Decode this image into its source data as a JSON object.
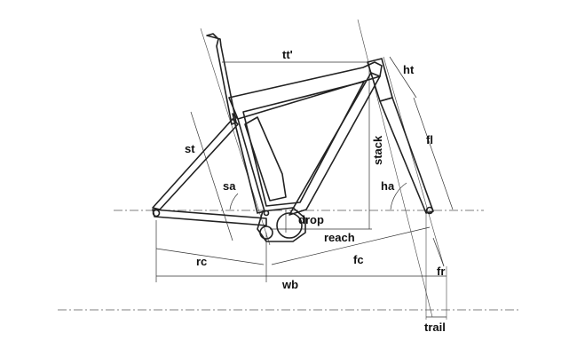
{
  "labels": {
    "tt": "tt'",
    "ht": "ht",
    "st": "st",
    "stack": "stack",
    "fl": "fl",
    "sa": "sa",
    "ha": "ha",
    "drop": "drop",
    "reach": "reach",
    "rc": "rc",
    "fc": "fc",
    "wb": "wb",
    "fr": "fr",
    "trail": "trail"
  }
}
